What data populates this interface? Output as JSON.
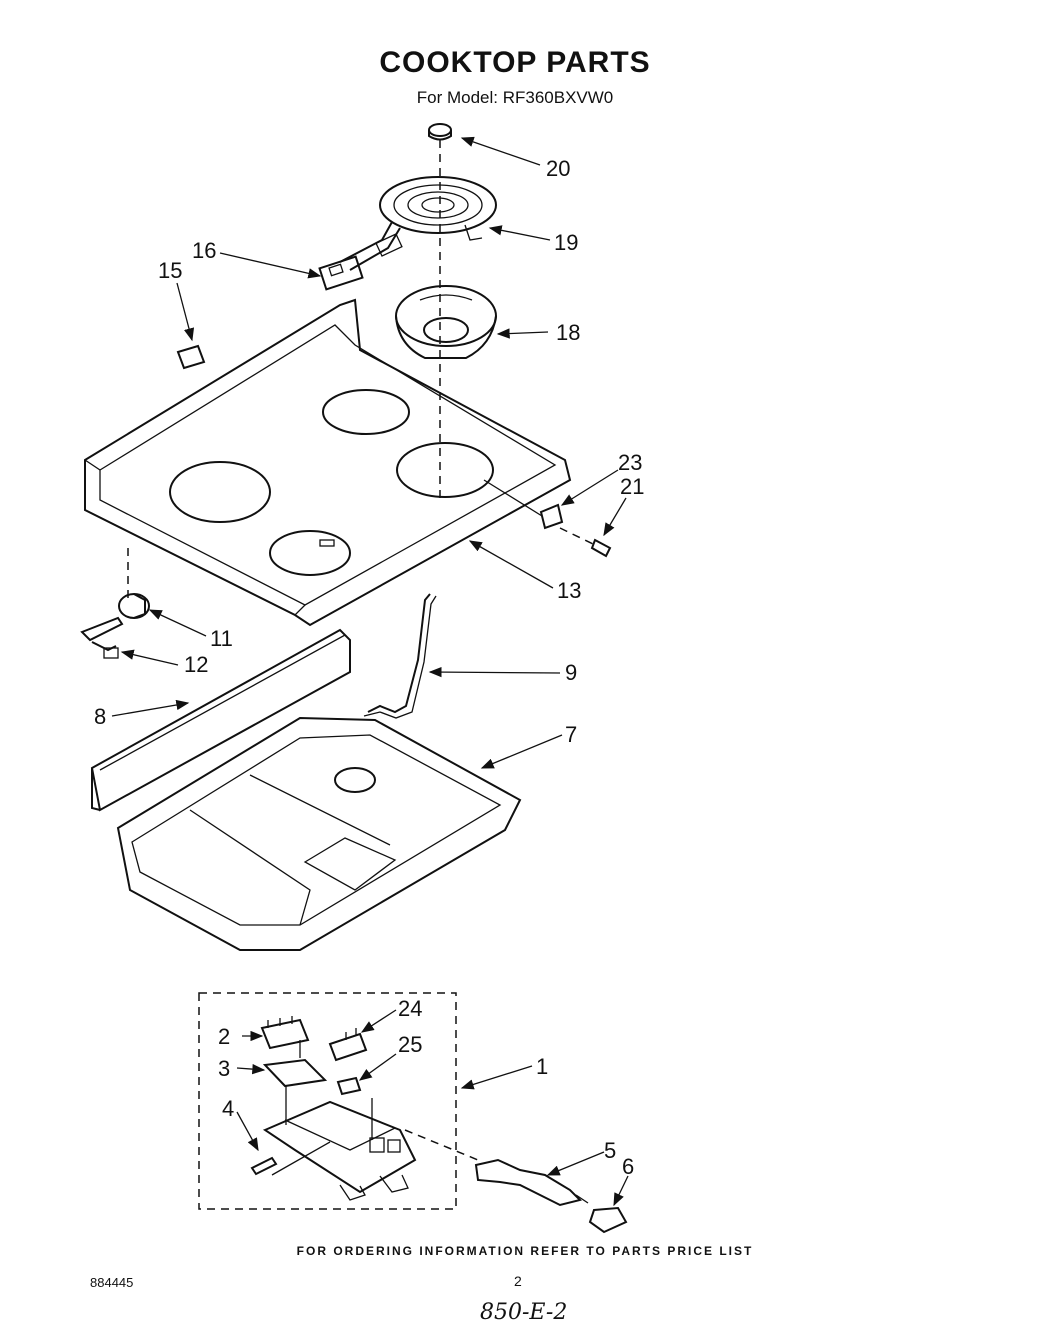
{
  "title": "COOKTOP PARTS",
  "subtitle": "For Model: RF360BXVW0",
  "callouts": {
    "c1": "1",
    "c2": "2",
    "c3": "3",
    "c4": "4",
    "c5": "5",
    "c6": "6",
    "c7": "7",
    "c8": "8",
    "c9": "9",
    "c11": "11",
    "c12": "12",
    "c13": "13",
    "c15": "15",
    "c16": "16",
    "c18": "18",
    "c19": "19",
    "c20": "20",
    "c21": "21",
    "c23": "23",
    "c24": "24",
    "c25": "25"
  },
  "footer": {
    "note": "FOR ORDERING INFORMATION REFER TO PARTS PRICE LIST",
    "doc_number": "884445",
    "page_number": "2",
    "handwritten": "850-E-2"
  }
}
